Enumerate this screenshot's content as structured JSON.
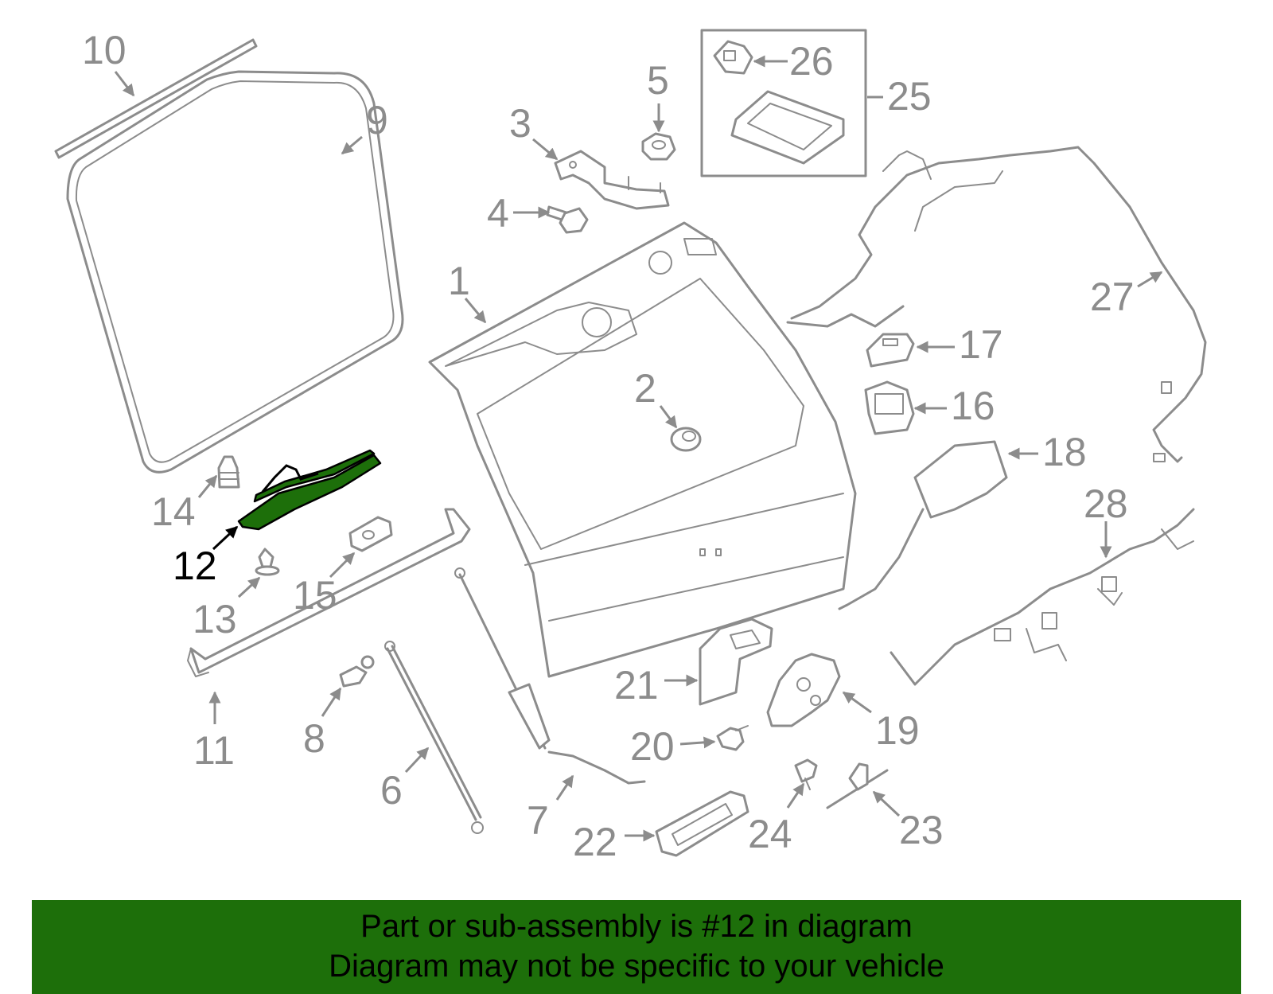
{
  "colors": {
    "line": "#8c8c8c",
    "highlight": "#1d6f0a",
    "banner_bg": "#1d6f0a",
    "banner_text": "#000000",
    "highlight_label": "#000000"
  },
  "highlighted_part": "12",
  "callouts": {
    "c1": "1",
    "c2": "2",
    "c3": "3",
    "c4": "4",
    "c5": "5",
    "c6": "6",
    "c7": "7",
    "c8": "8",
    "c9": "9",
    "c10": "10",
    "c11": "11",
    "c12": "12",
    "c13": "13",
    "c14": "14",
    "c15": "15",
    "c16": "16",
    "c17": "17",
    "c18": "18",
    "c19": "19",
    "c20": "20",
    "c21": "21",
    "c22": "22",
    "c23": "23",
    "c24": "24",
    "c25": "25",
    "c26": "26",
    "c27": "27",
    "c28": "28"
  },
  "banner": {
    "line1": "Part or sub-assembly is #12 in diagram",
    "line2": "Diagram may not be specific to your vehicle"
  }
}
